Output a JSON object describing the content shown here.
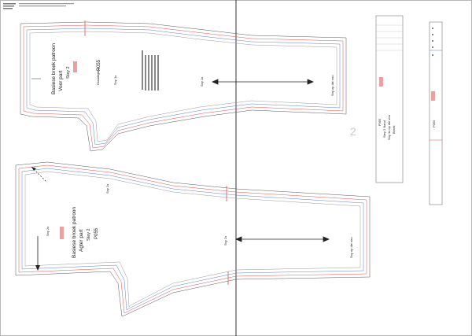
{
  "page_number": "2",
  "front_piece": {
    "title": "Basiese broek patroon",
    "part": "Voor part",
    "size": "Stey 2",
    "code": "P055",
    "grain_note": "Draadrigting",
    "side_label": "Sny 1x",
    "right_label": "Sny op die vou"
  },
  "back_piece": {
    "title": "Basiese broek patroon",
    "part": "Agter part",
    "size": "Stey 2",
    "code": "P055",
    "side_label": "Sny 2x",
    "mid_label": "Sny 2x",
    "right_label": "Sny op die vou"
  },
  "band_piece": {
    "title": "P055",
    "line2": "Stey 2 Band",
    "line3": "Sny 1x op die vou",
    "line4": "Broek"
  },
  "strip_piece": {
    "code": "P055"
  },
  "colors": {
    "outline": "#555555",
    "cut_line_red": "#d9534f",
    "cut_line_blue": "#5b7fc7",
    "size_label_pink": "#e8a0a0",
    "fold_line": "#444444"
  }
}
